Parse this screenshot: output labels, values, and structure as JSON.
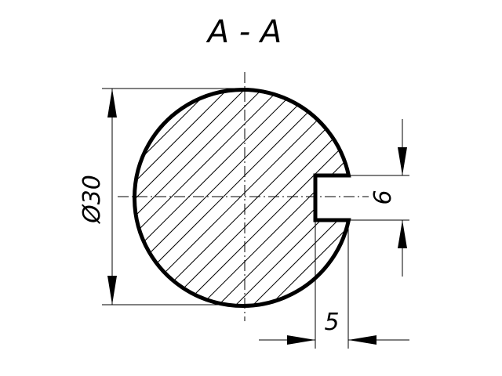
{
  "section": {
    "title": "A - A"
  },
  "dimensions": {
    "diameter_label": "Ø30",
    "keyway_depth_label": "5",
    "keyway_width_label": "6"
  },
  "colors": {
    "line": "#000000",
    "background": "#ffffff"
  }
}
